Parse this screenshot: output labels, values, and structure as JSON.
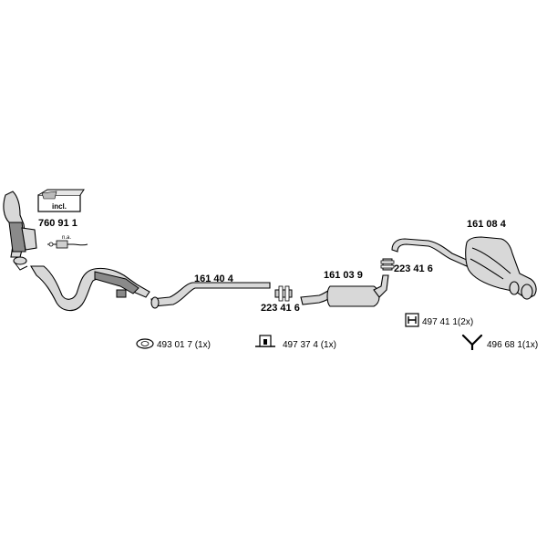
{
  "parts": {
    "catalyst_kit": "760 91 1",
    "catalyst_box_label": "incl.",
    "lambda_note": "n.a.",
    "front_pipe": "161 40 4",
    "clamp_front": "223 41 6",
    "middle_silencer": "161 03 9",
    "clamp_rear": "223 41 6",
    "rear_silencer": "161 08 4"
  },
  "hardware": {
    "gasket": "493 01 7 (1x)",
    "bracket": "497 37 4  (1x)",
    "rubber_mount": "497 41 1(2x)",
    "hanger": "496 68 1(1x)"
  }
}
